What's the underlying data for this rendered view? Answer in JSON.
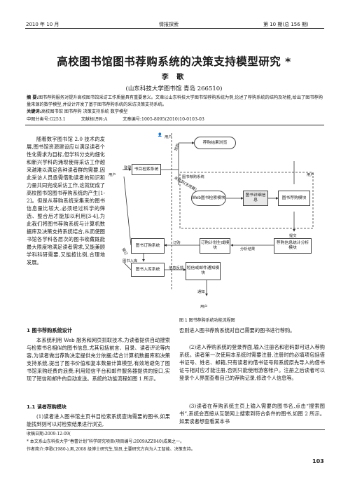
{
  "header": {
    "left": "2010 年 10 月",
    "center": "情报探索",
    "right": "第 10 期(总 156 期)"
  },
  "title": "高校图书馆图书荐购系统的决策支持模型研究 *",
  "author": "李 歌",
  "affiliation": "(山东科技大学图书馆 青岛 266510)",
  "abstract": {
    "label": "摘 要:",
    "text": "图书荐购服务对提升高校图书馆采访工作质量具有重要意义。文章以山东科技大学图书馆荐购系统为例,论述了荐购系统的结构及功能,给出了图书荐购量来源的数学模型,并设计开发了基于图书荐购系统的采访决策支持系统。"
  },
  "keywords": {
    "label": "关键词:",
    "text": "高校图书馆  图书荐购  决策支持系统  数学模型"
  },
  "classification": {
    "clc": "中图分类号:G253.1",
    "doc": "文献标识码:A",
    "article": "文章编号:1005-8095(2010)10-0103-03"
  },
  "left_column_text": "随着数字图书馆 2.0 技术的发展,图书馆资源建设应以满足读者个性化需求为目标,但学科分支的细化和新兴学科的涌现使得采访工作越来越难以满足各种读者群的需要,因此采访人员亟需借助读者的知识和力量共同完成采访工作,这就促成了高校图书馆图书荐购系统的产生[1-2]。但是从荐购系统采集来的图书信息量比较大,必须经过科学的筛选、整合后才能加以利用[3-4],为此我们将图书荐购系统与计算机数据库及决策支持系统结合,从而使图书馆各学科各层次的图书收藏既能最大限度地满足读者需求,又能兼顾学科科研需要,又能按比例,合理地发展。",
  "section1_heading": "1  图书荐购系统设计",
  "section1_text": "本系统利用 Web 服务和网页抓取技术,为读者提供自动搜索与检索书名相似的图书信息,尤其包括前言、目录、读者评论等内容,为读者做出荐购决定提供充分依据;结合计算机数据库和决策支持系统,提出了图书价值和复本数量计算模型,有效地避免了图书馆采购经费的浪费;利用短信平台和邮件服务器提供的接口,实现了短信和邮件的自动发送。系统的功能流程如图 1 所示。",
  "section11_heading": "1.1  读者荐购模块",
  "section11_text": "(1)读者进入图书馆主页书目检索系统查询需要的图书,如果能找到则可以对检索结果进行浏览,",
  "received": "收稿日期:2009-12-09(",
  "fund": "* 本文系山东科技大学“春蕾计划”科学研究项目(项目编号:2009AZZ040)成果之一。",
  "bio": "作者简介:李歌(1980-),男,2008 级博士研究生,馆员,主要研究方向为人工智能、决策支持。",
  "figure_caption": "图 1  图书荐购系统功能流程图",
  "right_column_text_1": "否则进入图书荐购系统对自己需要的图书进行荐购。",
  "right_column_text_2": "(2)进入荐购系统的登录界面,输入注册名和密码即可进入荐购系统。读者第一次使用本系统时需要注册,注册时的必填项包括借书证号、姓名、邮箱,只有读者的借书证号和系统原先导入的借书证号相对应才能注册,否则只能使用游客帐户。注册之后读者可以登录个人界面查看自己的荐购记录,修改个人信息等。",
  "right_column_text_3": "(3)读者在荐购系统主页上输入需要的图书名,点击“搜索图书”,系统会直接从互联网上搜索到符合条件的图书,如图 2 所示。如果读者想查看某本书",
  "page_number": "103",
  "diagram": {
    "user_top": "用户",
    "user_left": "用户",
    "user_right": "用户",
    "user_bottom": "用户",
    "search_result_view": "荐购结果浏览",
    "catalog_search": "书目检索系统",
    "recommend_system": "图书荐购系统",
    "web_search": "Web图书检索模块",
    "book_info": "图书详细信息",
    "recommend_module": "图书荐购模块",
    "submit": "提交",
    "ordering": "图书订购系统",
    "inbound": "图书入库系统",
    "order_gen": "订购计划生成模块",
    "stats": "荐购信息统计分析模块",
    "sms": "短信或邮件通知模块",
    "notify": "通知",
    "label_login": "登录",
    "label_no_found": "未找到(无馆藏)",
    "label_found": "找到",
    "label_inbound": "图书入库",
    "label_ordering": "订购",
    "label_result": "分析结果",
    "label_info_feedback": "信息反馈",
    "label_ordered": "预订"
  }
}
